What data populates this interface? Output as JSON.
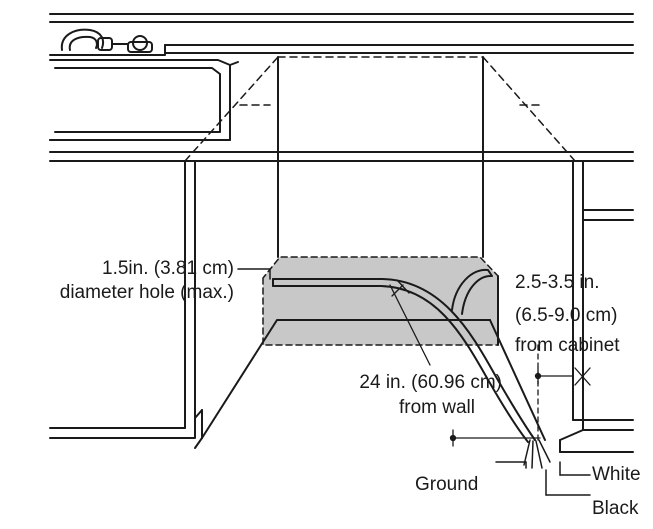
{
  "labels": {
    "hole_line1": "1.5in. (3.81 cm)",
    "hole_line2": "diameter hole (max.)",
    "cabinet_line1": "2.5-3.5 in.",
    "cabinet_line2": "(6.5-9.0 cm)",
    "cabinet_line3": "from cabinet",
    "wall_line1": "24 in. (60.96 cm)",
    "wall_line2": "from wall",
    "ground": "Ground",
    "white": "White",
    "black": "Black"
  },
  "colors": {
    "line": "#1a1a1a",
    "shaded_area": "#c8c8c8",
    "background": "#ffffff"
  }
}
